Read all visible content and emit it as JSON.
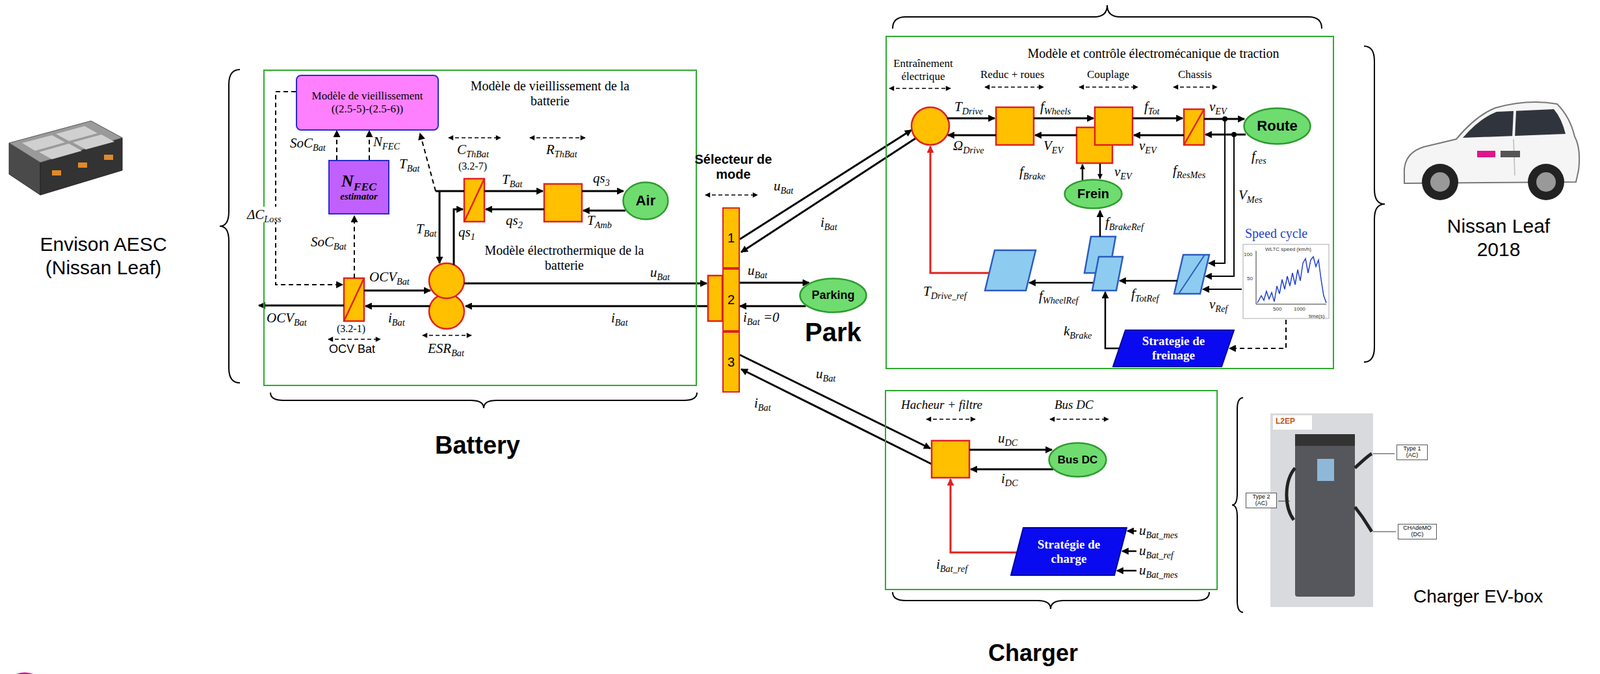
{
  "diagram": {
    "nodes": [
      {
        "text": [
          "Modèle de vieillissement de la batterie",
          "Modèle électrothermique de la batterie"
        ]
      },
      {
        "text": [
          "Modèle de vieillissement ((2.5-5)-(2.5-6))"
        ],
        "in": 0
      },
      {
        "text": [
          "NFEC",
          "estimator"
        ],
        "in": 0
      },
      {
        "text": [
          "Air"
        ],
        "in": 0
      },
      {
        "text": [
          "1"
        ]
      },
      {
        "text": [
          "2"
        ]
      },
      {
        "text": [
          "3"
        ]
      },
      {
        "text": [
          "Parking"
        ]
      },
      {
        "text": [
          "Modèle et contrôle électromécanique de traction"
        ]
      },
      {
        "text": [
          "Route"
        ],
        "in": 8
      },
      {
        "text": [
          "Frein"
        ],
        "in": 8
      },
      {
        "text": [
          "Strategie de freinage"
        ],
        "in": 8
      },
      {
        "text": [
          "Bus DC"
        ]
      },
      {
        "text": [
          "Stratégie de charge"
        ]
      }
    ],
    "edges": [
      {
        "from": 2,
        "to": 1,
        "arrow": "to",
        "label": "SoCBat"
      },
      {
        "from": 2,
        "to": 1,
        "arrow": "to",
        "label": "NFEC"
      },
      {
        "from": 5,
        "to": 7,
        "arrow": "to",
        "label": "uBat"
      },
      {
        "from": 7,
        "to": 5,
        "arrow": "to",
        "label": "iBat =0"
      }
    ],
    "labels": [
      "Envison AESC (Nissan Leaf)",
      "ΔCLoss",
      "SoCBat",
      "TBat",
      "CThBat",
      "(3.2-7)",
      "RThBat",
      "TBat",
      "qs1",
      "TBat",
      "qs3",
      "qs2",
      "TAmb",
      "uBat",
      "iBat",
      "OCVBat",
      "iBat",
      "OCVBat",
      "(3.2-1)",
      "OCV Bat",
      "ESRBat",
      "Battery",
      "Sélecteur de mode",
      "uBat",
      "iBat",
      "Park",
      "uBat",
      "iBat",
      "Entraînement électrique",
      "Reduc + roues",
      "Couplage",
      "Chassis",
      "TDrive",
      "fWheels",
      "fTot",
      "vEV",
      "ΩDrive",
      "VEV",
      "vEV",
      "fres",
      "fBrake",
      "vEV",
      "fResMes",
      "VMes",
      "fBrakeRef",
      "TDrive_ref",
      "fWheelRef",
      "fTotRef",
      "vRef",
      "kBrake",
      "Speed cycle",
      "WLTC speed (km/h)",
      "100",
      "50",
      "500",
      "1000",
      "time(s)",
      "Nissan Leaf 2018",
      "Hacheur + filtre",
      "Bus DC",
      "uDC",
      "iDC",
      "uBat_mes",
      "uBat_ref",
      "uBat_mes",
      "iBat_ref",
      "Charger",
      "L2EP",
      "Type 2 (AC)",
      "Type 1 (AC)",
      "CHAdeMO (DC)",
      "Charger EV-box"
    ]
  }
}
